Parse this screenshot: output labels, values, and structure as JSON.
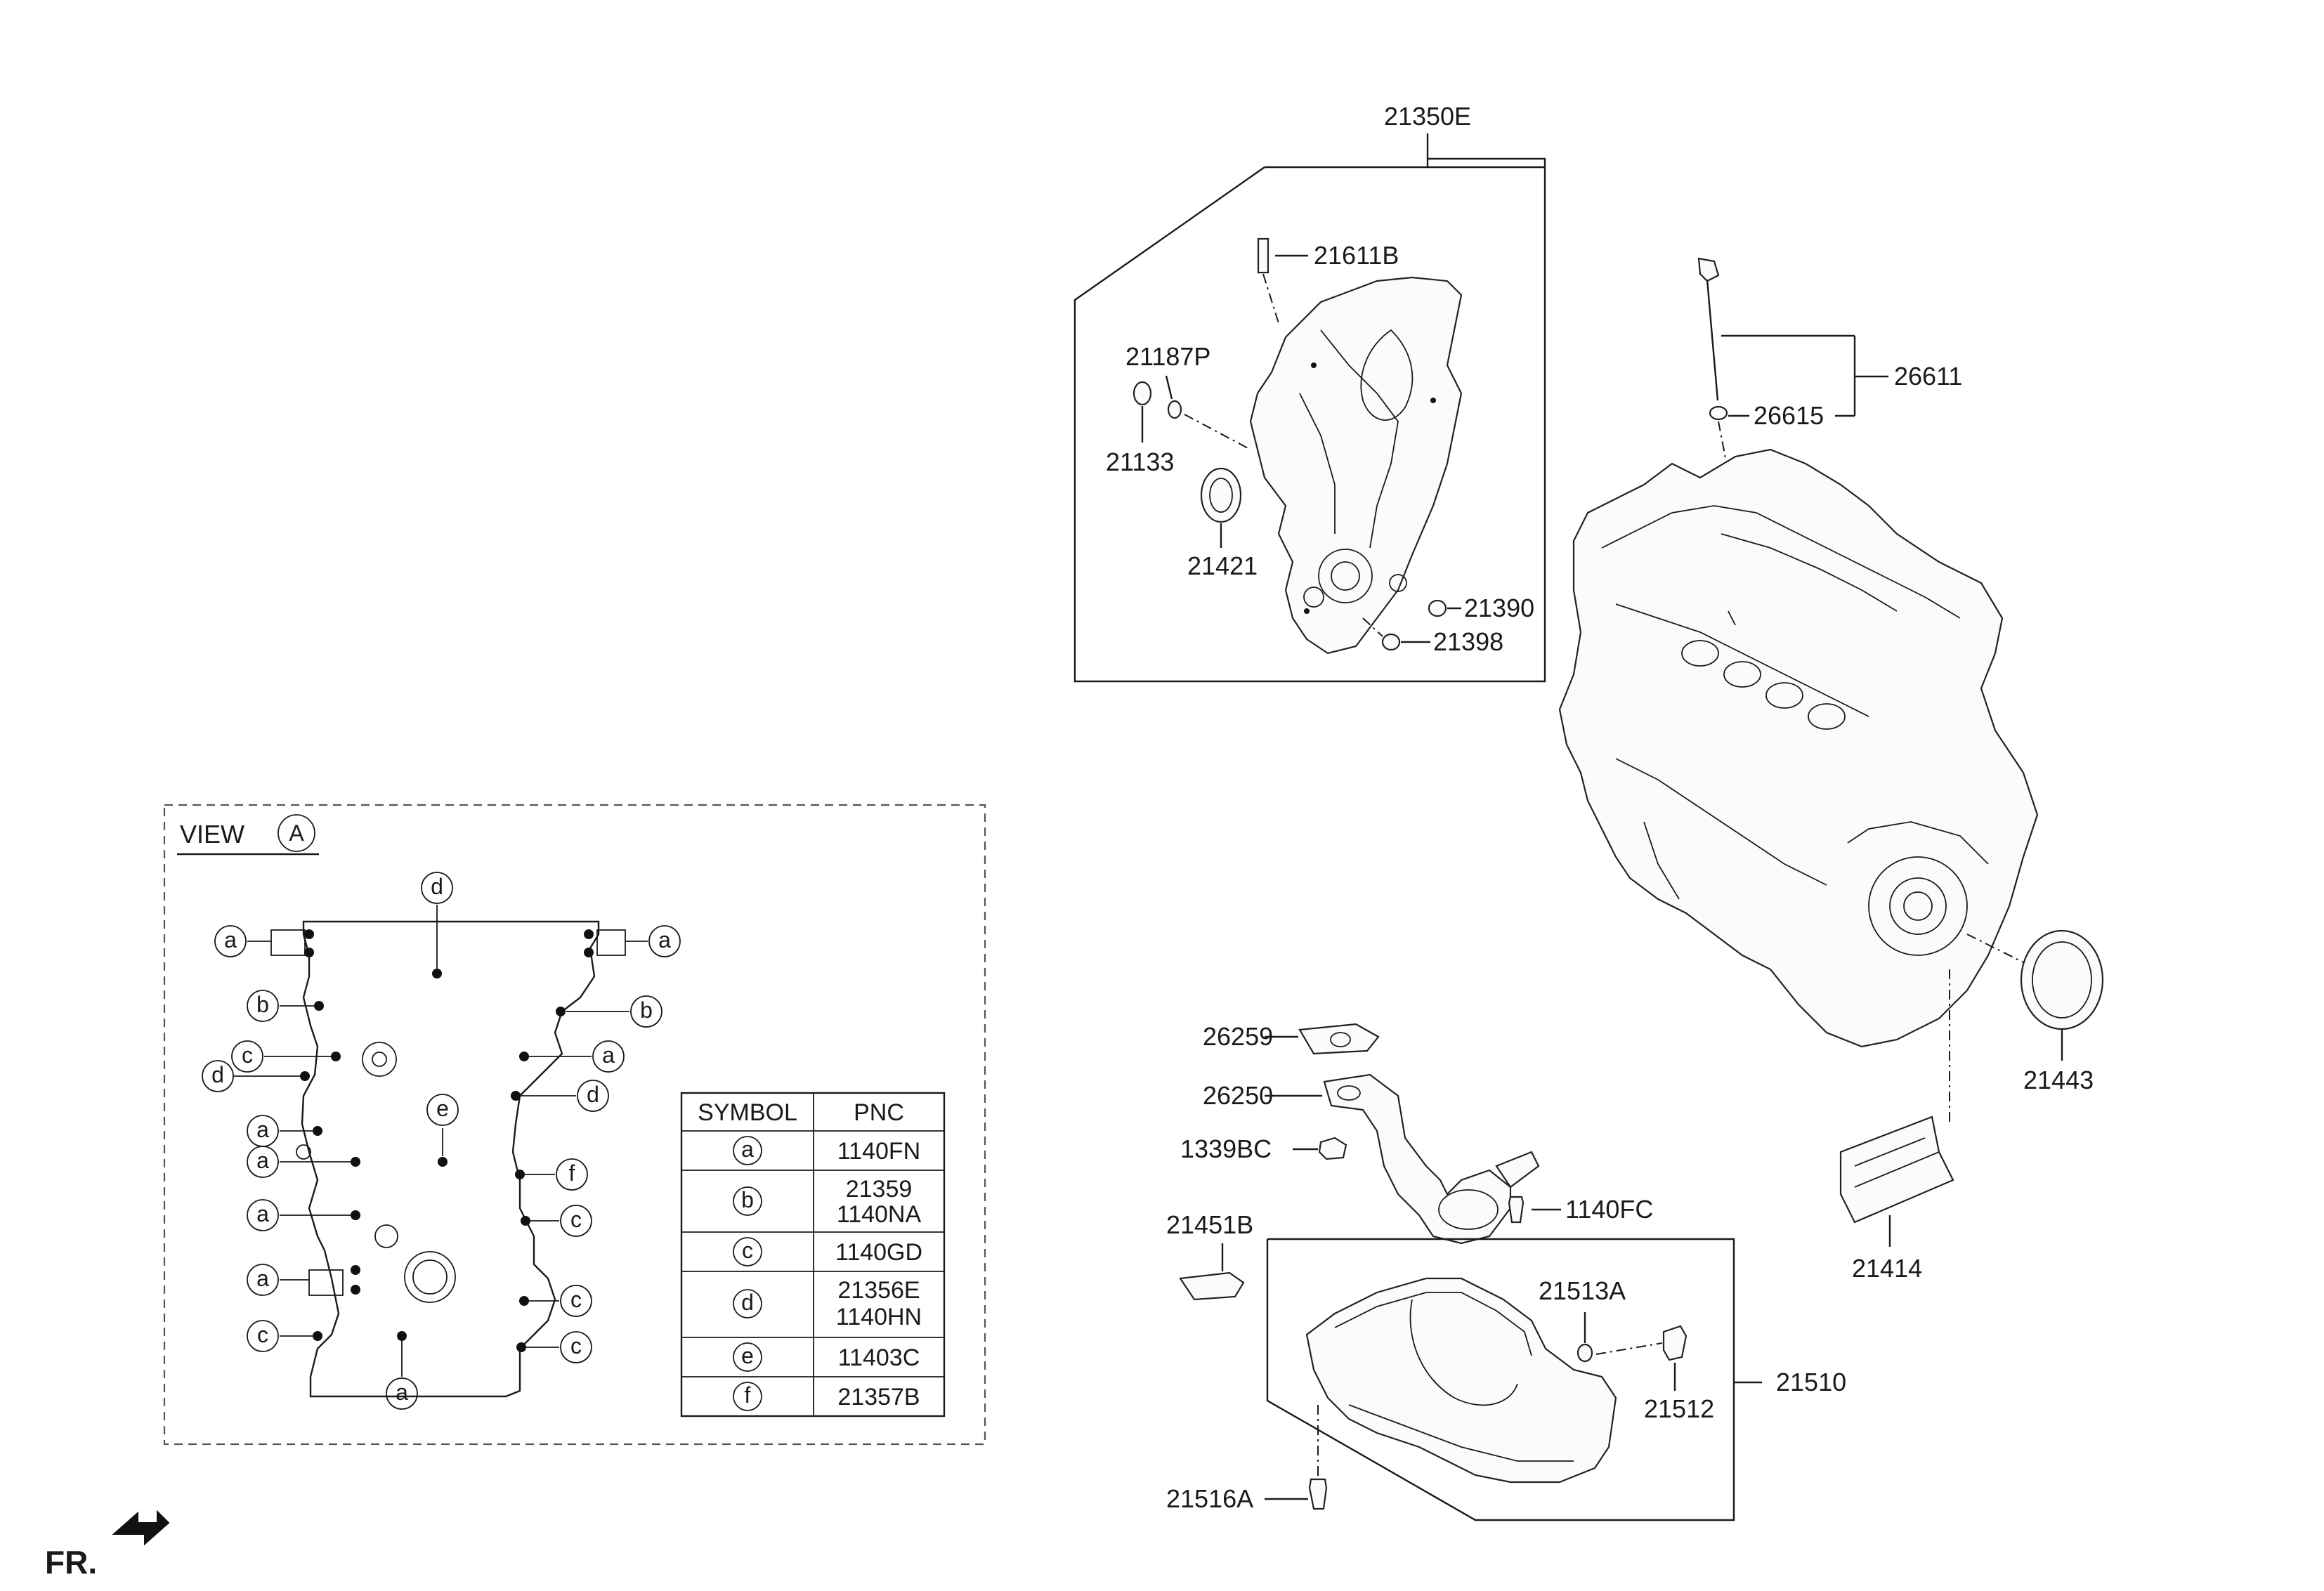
{
  "labels": {
    "p21350E": "21350E",
    "p21611B": "21611B",
    "p21187P": "21187P",
    "p21133": "21133",
    "p21421": "21421",
    "p21390": "21390",
    "p21398": "21398",
    "p26611": "26611",
    "p26615": "26615",
    "p26259": "26259",
    "p26250": "26250",
    "p1339BC": "1339BC",
    "p1140FC": "1140FC",
    "p21451B": "21451B",
    "p21513A": "21513A",
    "p21512": "21512",
    "p21510": "21510",
    "p21516A": "21516A",
    "p21443": "21443",
    "p21414": "21414"
  },
  "view": {
    "title": "VIEW",
    "symbol": "A"
  },
  "legend_table": {
    "headers": [
      "SYMBOL",
      "PNC"
    ],
    "rows": [
      {
        "symbol": "a",
        "pnc1": "1140FN",
        "pnc2": ""
      },
      {
        "symbol": "b",
        "pnc1": "21359",
        "pnc2": "1140NA"
      },
      {
        "symbol": "c",
        "pnc1": "1140GD",
        "pnc2": ""
      },
      {
        "symbol": "d",
        "pnc1": "21356E",
        "pnc2": "1140HN"
      },
      {
        "symbol": "e",
        "pnc1": "11403C",
        "pnc2": ""
      },
      {
        "symbol": "f",
        "pnc1": "21357B",
        "pnc2": ""
      }
    ]
  },
  "view_symbols": {
    "d_top": "d",
    "a_l1": "a",
    "a_r1": "a",
    "b_l": "b",
    "b_r": "b",
    "c_l1": "c",
    "d_l": "d",
    "a_r2": "a",
    "e": "e",
    "d_r": "d",
    "a_l2": "a",
    "a_l3": "a",
    "f": "f",
    "a_l4": "a",
    "c_r1": "c",
    "a_l5": "a",
    "c_r2": "c",
    "c_l2": "c",
    "c_r3": "c",
    "a_bot": "a"
  },
  "fr_label": "FR.",
  "icons": {
    "front_arrow": "front-direction-arrow-icon"
  }
}
